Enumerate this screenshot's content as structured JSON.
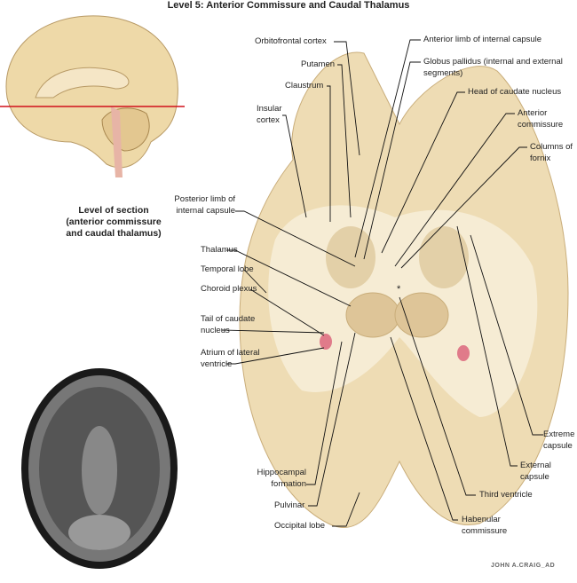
{
  "title": "Level 5: Anterior Commissure and Caudal Thalamus",
  "caption": "Level of section (anterior commissure and caudal thalamus)",
  "signature": "JOHN A.CRAIG_AD",
  "asterisk": "*",
  "labels": {
    "orbitofrontal": "Orbitofrontal cortex",
    "putamen": "Putamen",
    "claustrum": "Claustrum",
    "insular": "Insular cortex",
    "posterior_limb": "Posterior limb of internal capsule",
    "thalamus": "Thalamus",
    "temporal": "Temporal lobe",
    "choroid": "Choroid plexus",
    "tail_caudate": "Tail of caudate nucleus",
    "atrium": "Atrium of lateral ventricle",
    "hippocampal": "Hippocampal formation",
    "pulvinar": "Pulvinar",
    "occipital": "Occipital lobe",
    "anterior_limb": "Anterior limb of internal capsule",
    "globus": "Globus pallidus (internal and external segments)",
    "head_caudate": "Head of caudate nucleus",
    "ant_commissure": "Anterior commissure",
    "fornix": "Columns of fornix",
    "extreme": "Extreme capsule",
    "external": "External capsule",
    "third_ventricle": "Third ventricle",
    "habenular": "Habenular commissure"
  },
  "colors": {
    "tissue": "#eedcb4",
    "white_matter": "#f6ecd4",
    "gray": "#d9c197",
    "section_line": "#d0101a",
    "choroid": "#e07b8a"
  }
}
